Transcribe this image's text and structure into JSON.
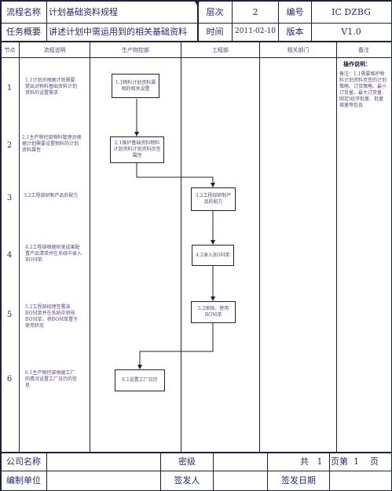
{
  "header": {
    "row1": {
      "label": "流程名称",
      "title": "计划基础资料规程",
      "level_label": "层次",
      "level_value": "2",
      "code_label": "编号",
      "code_value": "IC DZBG"
    },
    "row2": {
      "label": "任务概要",
      "summary": "讲述计划中需运用到的相关基础资料",
      "time_label": "时间",
      "time_value": "2011-02-10",
      "version_label": "版本",
      "version_value": "V1.0"
    }
  },
  "columns": {
    "node": "节点",
    "desc": "流程说明",
    "prod": "生产物控部",
    "eng": "工程部",
    "related": "相关部门",
    "note": "备注"
  },
  "nodes": [
    "1",
    "2",
    "3",
    "4",
    "5",
    "6"
  ],
  "descriptions": [
    "1.1计划员根据计划需要提出对物料基础资料计划资料的设置需求",
    "2.1生产物控部物料管理员根据计划需要设置物料的计划资料属性",
    "3.2工程部研制产品的配方",
    "4.2工程部根据研发成果配置产品清单并在系统中录入BOM单",
    "5.2工程部经理签署该BOM单并在系统中审核BOM单，将BOM单置于使用状态",
    "6.1生产物控部根据工厂的情况设置工厂日历的信息"
  ],
  "boxes": {
    "b1": "1.1物料计划资料属相的相关设置",
    "b2": "2.1维护基础资料物料计划资料计划资料页签属性",
    "b3": "3.2工程部研制产品的配方",
    "b4": "4.2录入BOM单",
    "b5": "5.2审核、使用BOM单",
    "b6": "6.1设置工厂日历"
  },
  "note": {
    "title": "操作说明：",
    "text": "备注：1.1需要维护物料计划资料页签的计划策略、订货策略、最小订货量、最大订货量、固定\\经济批量、批量增量等信息"
  },
  "footer": {
    "company_label": "公司名称",
    "secret_label": "密级",
    "pages_total_prefix": "共",
    "pages_total": "1",
    "pages_mid": "页第",
    "pages_current": "1",
    "pages_suffix": "页",
    "unit_label": "编制单位",
    "signer_label": "签发人",
    "sign_date_label": "签发日期"
  }
}
